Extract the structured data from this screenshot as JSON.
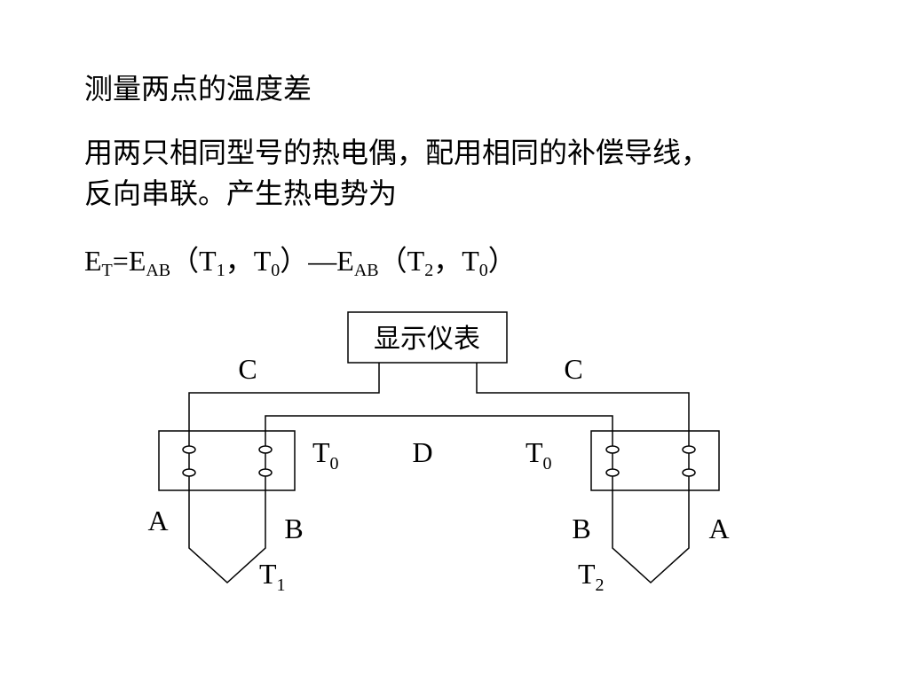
{
  "heading": "测量两点的温度差",
  "description": {
    "line1": "用两只相同型号的热电偶，配用相同的补偿导线，",
    "line2": "反向串联。产生热电势为"
  },
  "formula": {
    "e": "E",
    "sub_t": "T",
    "eq_e": "=E",
    "sub_ab": "AB",
    "open": "（T",
    "sub_1": "1",
    "comma": "，T",
    "sub_0": "0",
    "close_dash_e": "）—E",
    "sub_ab_2": "AB",
    "open_2": "（T",
    "sub_2": "2",
    "comma_2": "，T",
    "sub_0_2": "0",
    "close": "）"
  },
  "diagram": {
    "instrument_label": "显示仪表",
    "label_c_left": "C",
    "label_c_right": "C",
    "label_d": "D",
    "junction_left": {
      "main": "T",
      "sub": "0"
    },
    "junction_right": {
      "main": "T",
      "sub": "0"
    },
    "label_a_left": "A",
    "label_b_left": "B",
    "label_b_right": "B",
    "label_a_right": "A",
    "hot_left": {
      "main": "T",
      "sub": "1"
    },
    "hot_right": {
      "main": "T",
      "sub": "2"
    }
  }
}
